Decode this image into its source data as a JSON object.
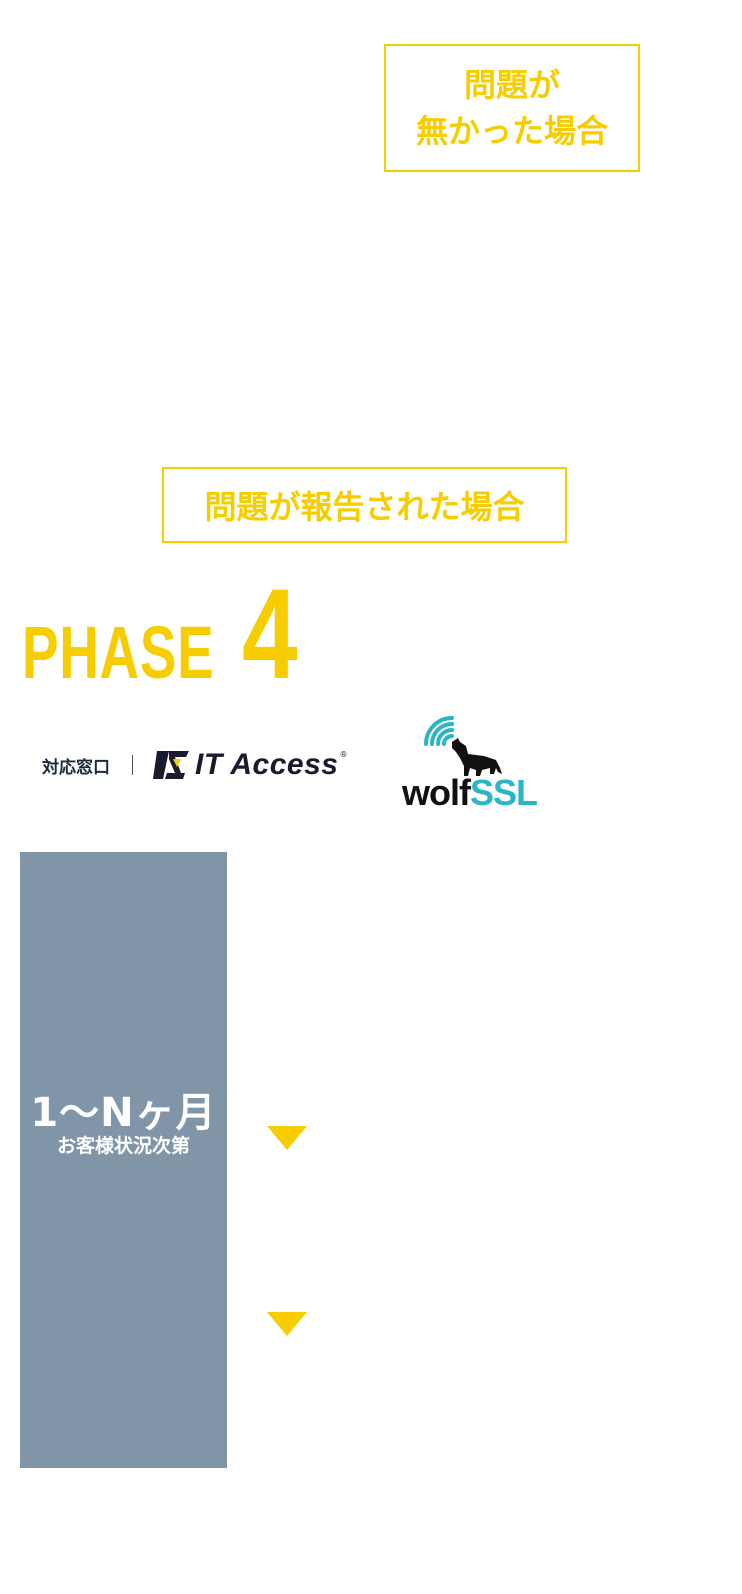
{
  "no_problem_box": {
    "line1": "問題が",
    "line2": "無かった場合"
  },
  "reported_box": {
    "label": "問題が報告された場合"
  },
  "phase": {
    "word": "PHASE",
    "number": "4"
  },
  "contact": {
    "label": "対応窓口",
    "itaccess_name": "IT Access",
    "itaccess_mark": "®",
    "wolf_text": "wolf",
    "ssl_text": "SSL"
  },
  "timeline": {
    "duration": "1〜Nヶ月",
    "note": "お客様状況次第"
  },
  "colors": {
    "accent_yellow": "#f7cd00",
    "panel_gray": "#8195a8",
    "wolfssl_teal": "#2cb5c7"
  }
}
